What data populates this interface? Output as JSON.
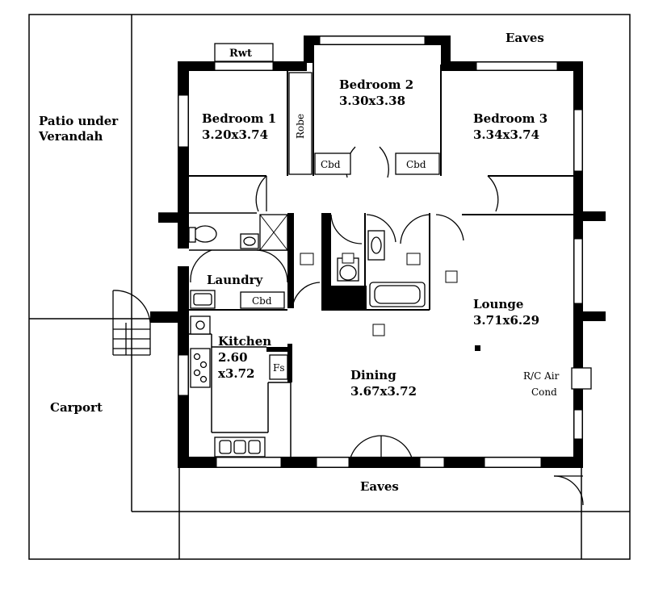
{
  "rooms": {
    "patio": "Patio under\nVerandah",
    "carport": "Carport",
    "eaves_top": "Eaves",
    "eaves_bottom": "Eaves",
    "bedroom1_name": "Bedroom 1",
    "bedroom1_size": "3.20x3.74",
    "bedroom2_name": "Bedroom 2",
    "bedroom2_size": "3.30x3.38",
    "bedroom3_name": "Bedroom 3",
    "bedroom3_size": "3.34x3.74",
    "laundry": "Laundry",
    "kitchen_name": "Kitchen",
    "kitchen_size1": "2.60",
    "kitchen_size2": "x3.72",
    "dining_name": "Dining",
    "dining_size": "3.67x3.72",
    "lounge_name": "Lounge",
    "lounge_size": "3.71x6.29"
  },
  "fixtures": {
    "rwt": "Rwt",
    "robe": "Robe",
    "cbd": "Cbd",
    "fs": "Fs",
    "aircon_line1": "R/C Air",
    "aircon_line2": "Cond"
  }
}
